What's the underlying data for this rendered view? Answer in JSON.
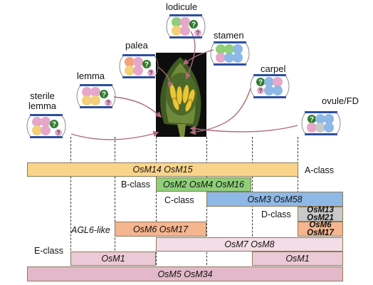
{
  "organs": {
    "sterile_lemma": "sterile\nlemma",
    "lemma": "lemma",
    "palea": "palea",
    "lodicule": "lodicule",
    "stamen": "stamen",
    "carpel": "carpel",
    "ovule": "ovule/FD"
  },
  "classes": {
    "a": "A-class",
    "b": "B-class",
    "c": "C-class",
    "d": "D-class",
    "e": "E-class",
    "agl6": "AGL6-like"
  },
  "genes": {
    "a": "OsM14 OsM15",
    "b": "OsM2 OsM4 OsM16",
    "c": "OsM3 OsM58",
    "d1": "OsM13",
    "d2": "OsM21",
    "agl6_1": "OsM6 OsM17",
    "agl6_2_a": "OsM6",
    "agl6_2_b": "OsM17",
    "e1": "OsM7 OsM8",
    "e2_left": "OsM1",
    "e2_right": "OsM1",
    "e3": "OsM5 OsM34"
  },
  "question_mark": "?",
  "colors": {
    "a_bar": "#f9d48a",
    "b_bar": "#8fcf7a",
    "c_bar": "#8eb8e6",
    "d_bar": "#c9c9c9",
    "agl6_bar": "#f5b58f",
    "e_bar": "#ecc9d6",
    "flower_bg": "#0d0d0d",
    "arrow": "#b06a78"
  }
}
